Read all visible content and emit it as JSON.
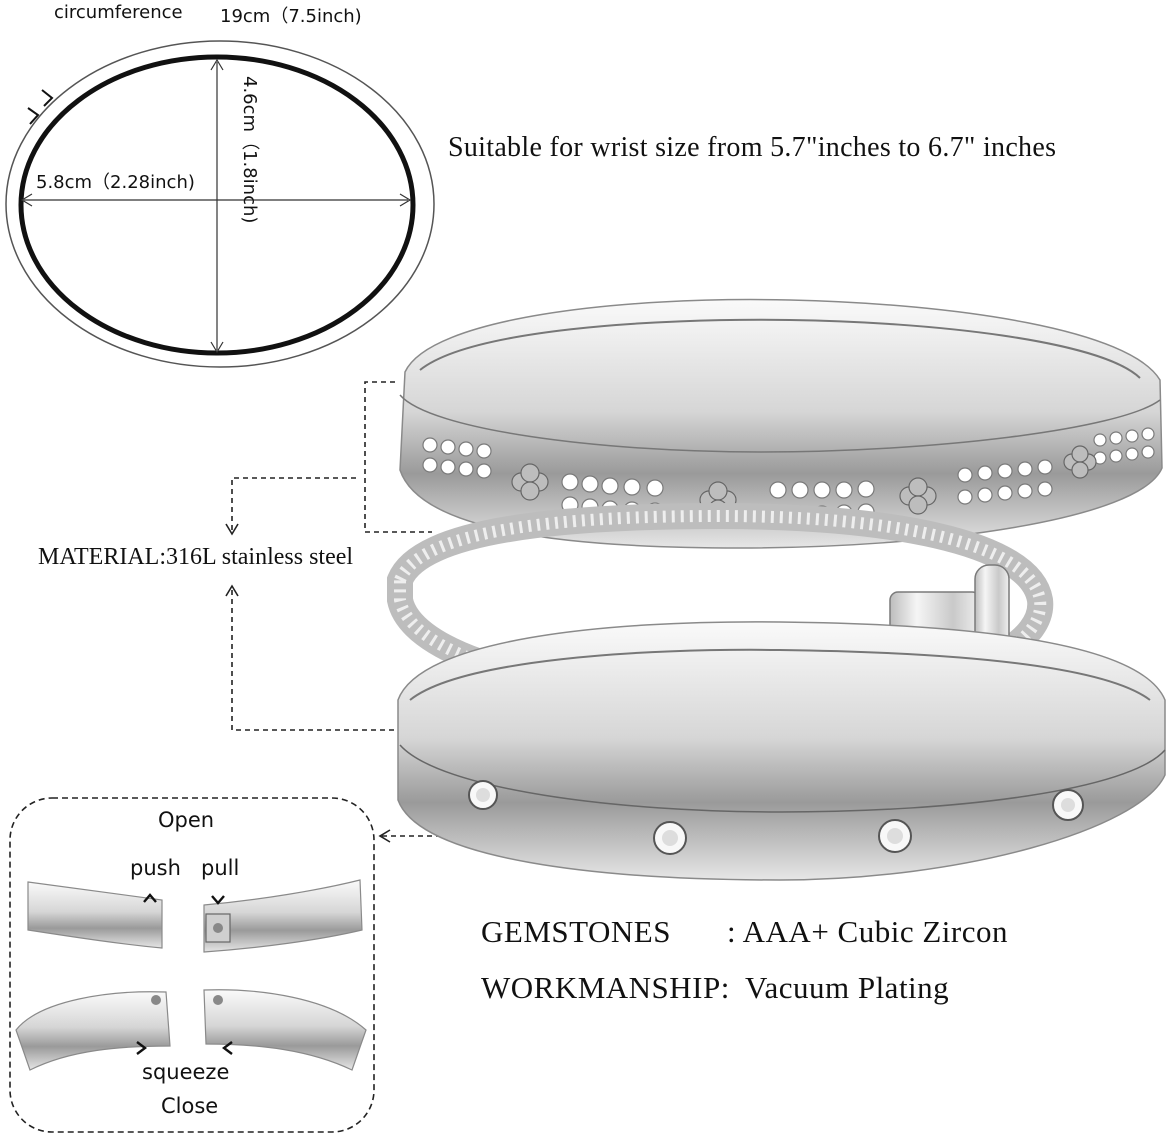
{
  "size_diagram": {
    "circumference_label": "circumference",
    "circumference_value": "19cm（7.5inch)",
    "width_label": "5.8cm（2.28inch)",
    "height_label": "4.6cm（1.8inch)"
  },
  "wrist_note": "Suitable for wrist size from 5.7\"inches to 6.7\" inches",
  "material": "MATERIAL:316L stainless steel",
  "specs": {
    "gemstones_label": "GEMSTONES",
    "gemstones_value": ": AAA+ Cubic Zircon",
    "workmanship_label": "WORKMANSHIP:",
    "workmanship_value": "Vacuum Plating"
  },
  "clasp_guide": {
    "open": "Open",
    "push": "push",
    "pull": "pull",
    "squeeze": "squeeze",
    "close": "Close"
  },
  "colors": {
    "silver_light": "#f2f2f2",
    "silver_mid": "#c8c8c8",
    "silver_dark": "#8a8a8a",
    "text": "#111111"
  }
}
